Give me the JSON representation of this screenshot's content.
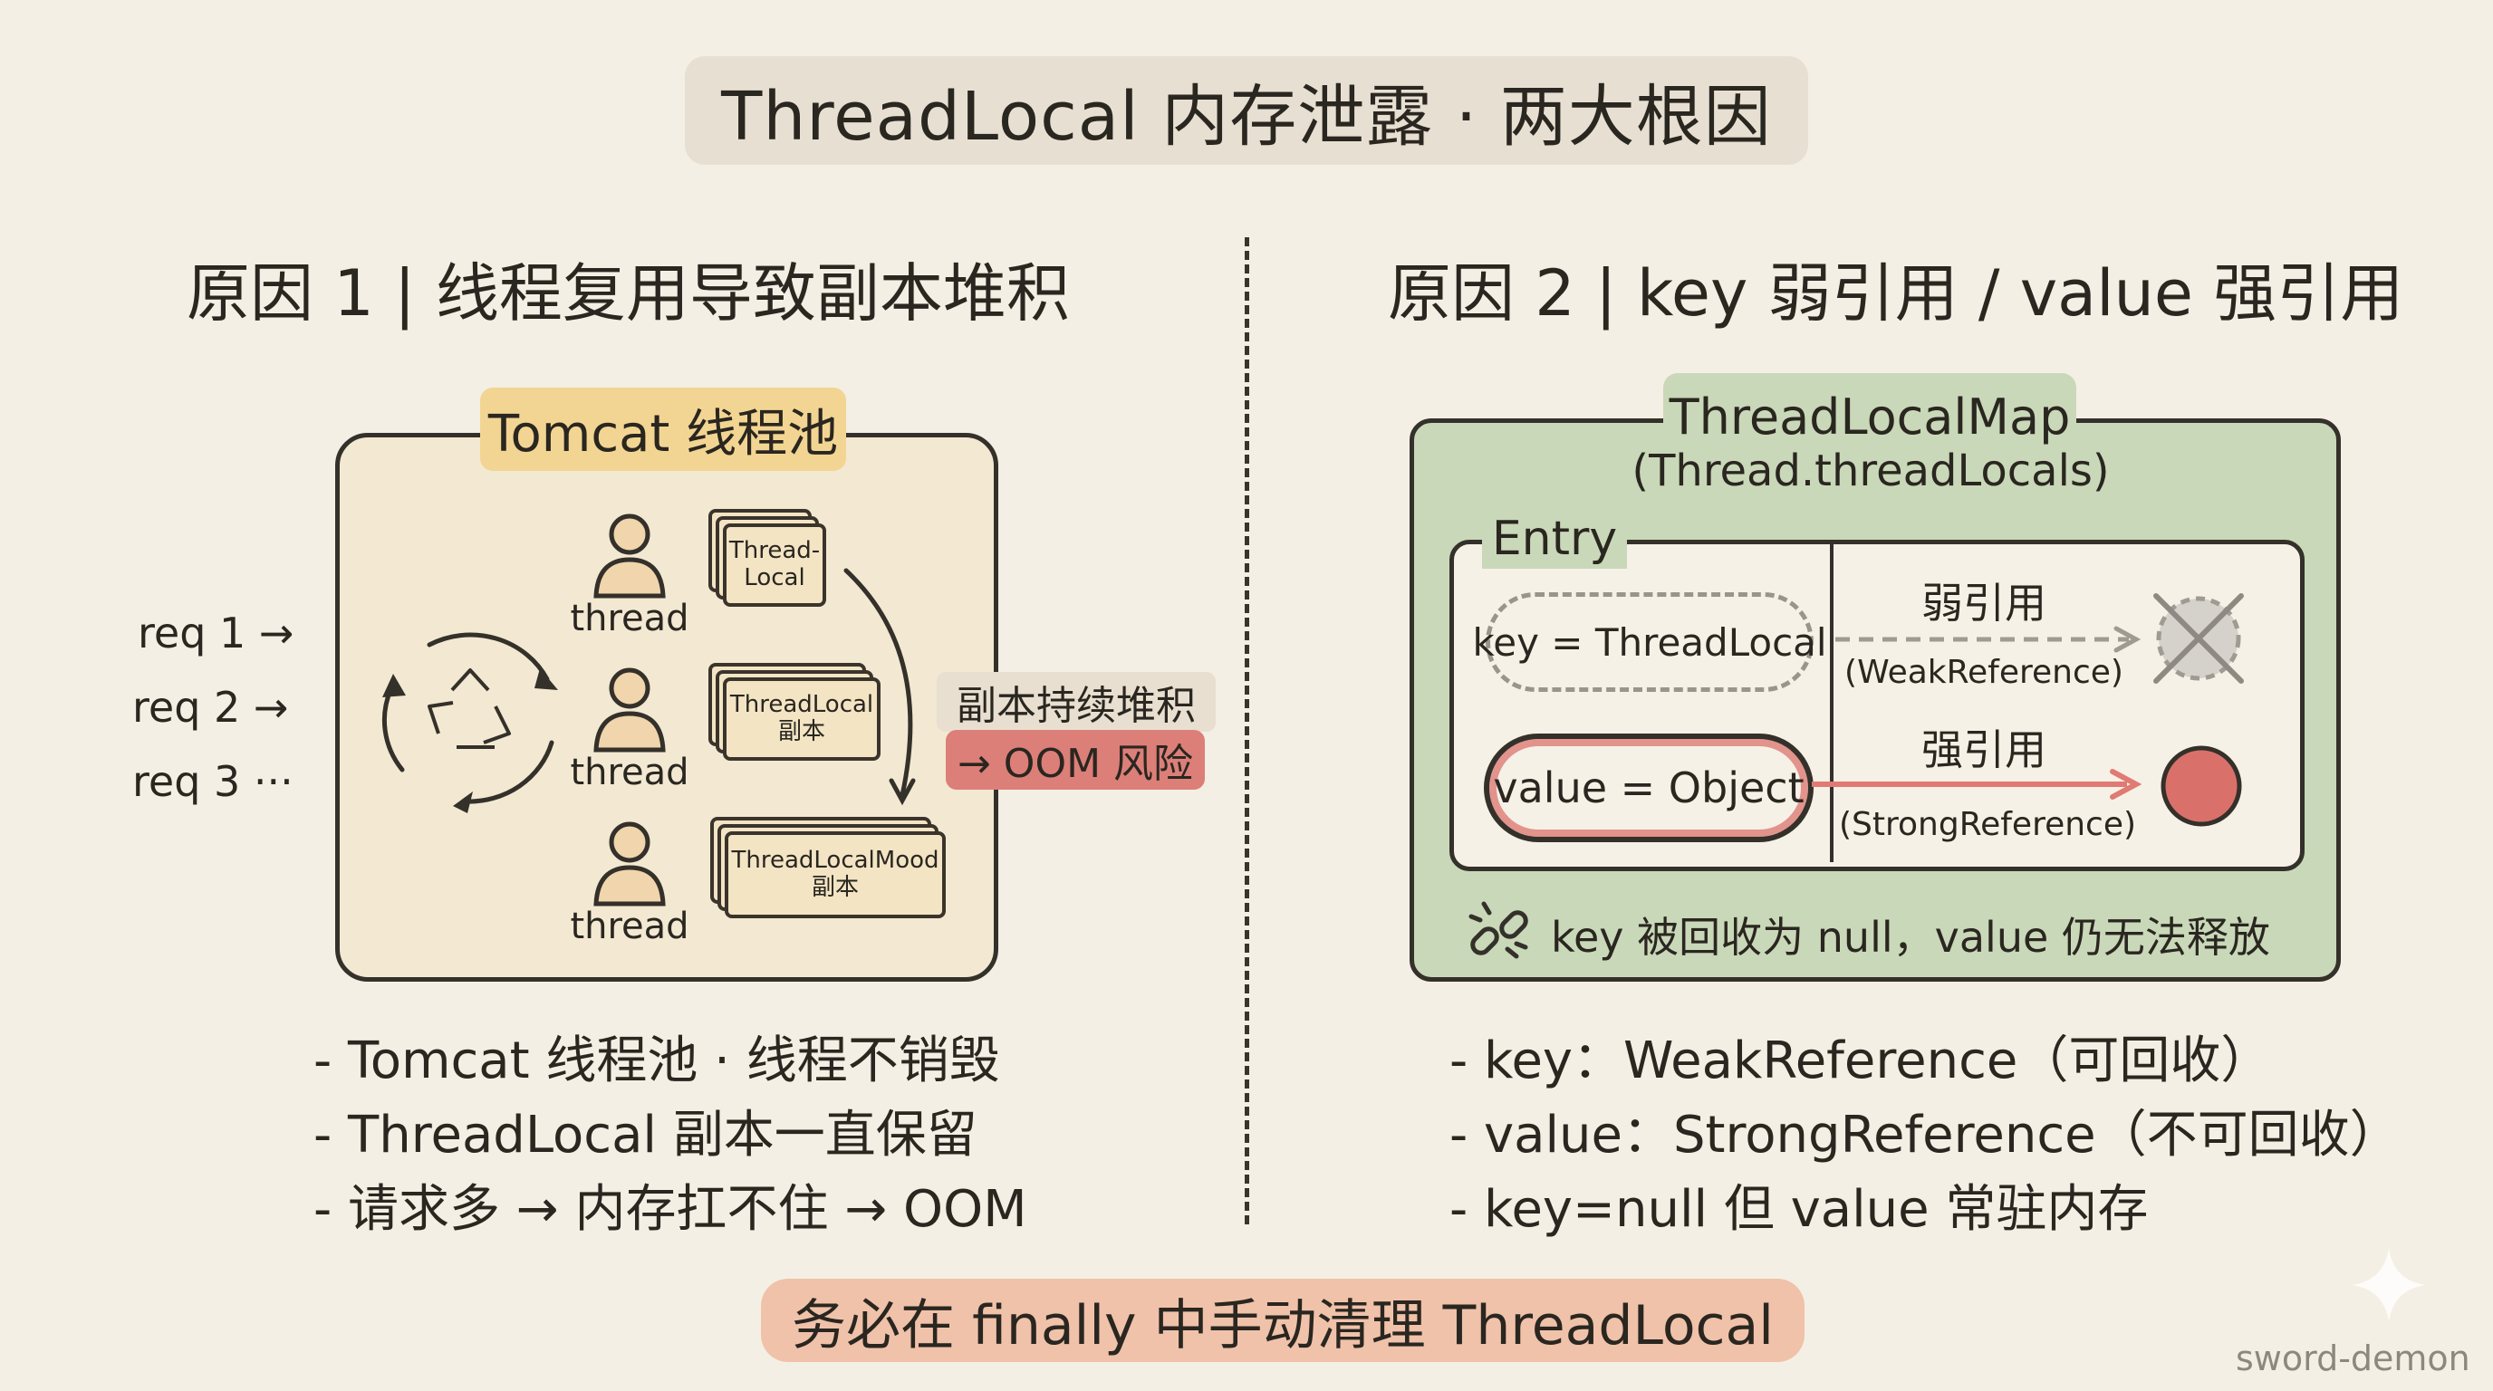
{
  "title": "ThreadLocal 内存泄露 · 两大根因",
  "left": {
    "heading": "原因 1 | 线程复用导致副本堆积",
    "pool_label": "Tomcat 线程池",
    "requests": [
      "req 1 →",
      "req 2 →",
      "req 3 ···"
    ],
    "threads": [
      {
        "label": "thread",
        "card_lines": [
          "Thread-",
          "Local"
        ]
      },
      {
        "label": "thread",
        "card_lines": [
          "ThreadLocal",
          "副本"
        ]
      },
      {
        "label": "thread",
        "card_lines": [
          "ThreadLocalMood",
          "副本"
        ]
      }
    ],
    "accum_label": "副本持续堆积",
    "oom_label": "→ OOM 风险",
    "bullets": [
      "- Tomcat 线程池 · 线程不销毁",
      "- ThreadLocal 副本一直保留",
      "- 请求多 → 内存扛不住 → OOM"
    ]
  },
  "right": {
    "heading": "原因 2 | key 弱引用 / value 强引用",
    "map_label": "ThreadLocalMap",
    "map_sub": "(Thread.threadLocals)",
    "entry_label": "Entry",
    "key_text": "key = ThreadLocal",
    "value_text": "value = Object",
    "weak_label": "弱引用",
    "weak_sub": "(WeakReference)",
    "strong_label": "强引用",
    "strong_sub": "(StrongReference)",
    "note": "key 被回收为 null，value 仍无法释放",
    "bullets": [
      "- key：WeakReference（可回收）",
      "- value：StrongReference（不可回收）",
      "- key=null 但 value 常驻内存"
    ]
  },
  "bottom": "务必在 finally 中手动清理 ThreadLocal",
  "watermark": "sword-demon",
  "colors": {
    "background": "#f4efe4",
    "pool_fill": "#f3e8d2",
    "pool_label": "#f2d592",
    "oom": "#dc7f78",
    "map_fill": "#c9d8b8",
    "strong_arrow": "#e07a72",
    "bottom_pill": "#f0c2aa"
  }
}
